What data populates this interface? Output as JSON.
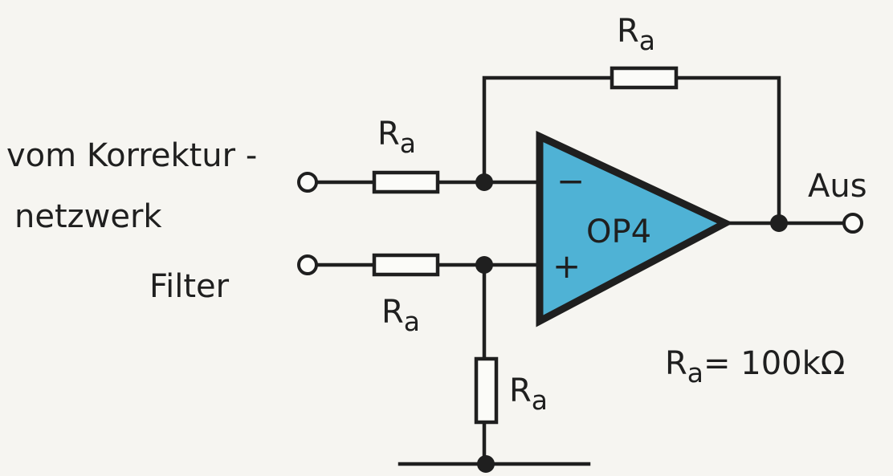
{
  "colors": {
    "opamp_fill": "#4fb2d5",
    "ink": "#1f1f1f",
    "paper": "#f6f5f1"
  },
  "inputs": {
    "correction_line1": "vom Korrektur -",
    "correction_line2": "netzwerk",
    "filter": "Filter"
  },
  "output": {
    "label": "Aus"
  },
  "opamp": {
    "name": "OP4",
    "minus": "−",
    "plus": "+"
  },
  "resistors": {
    "feedback": {
      "name": "R",
      "sub": "a"
    },
    "input_inverting": {
      "name": "R",
      "sub": "a"
    },
    "input_noninverting": {
      "name": "R",
      "sub": "a"
    },
    "ground": {
      "name": "R",
      "sub": "a"
    }
  },
  "spec": {
    "name": "R",
    "sub": "a",
    "value": "= 100kΩ"
  }
}
